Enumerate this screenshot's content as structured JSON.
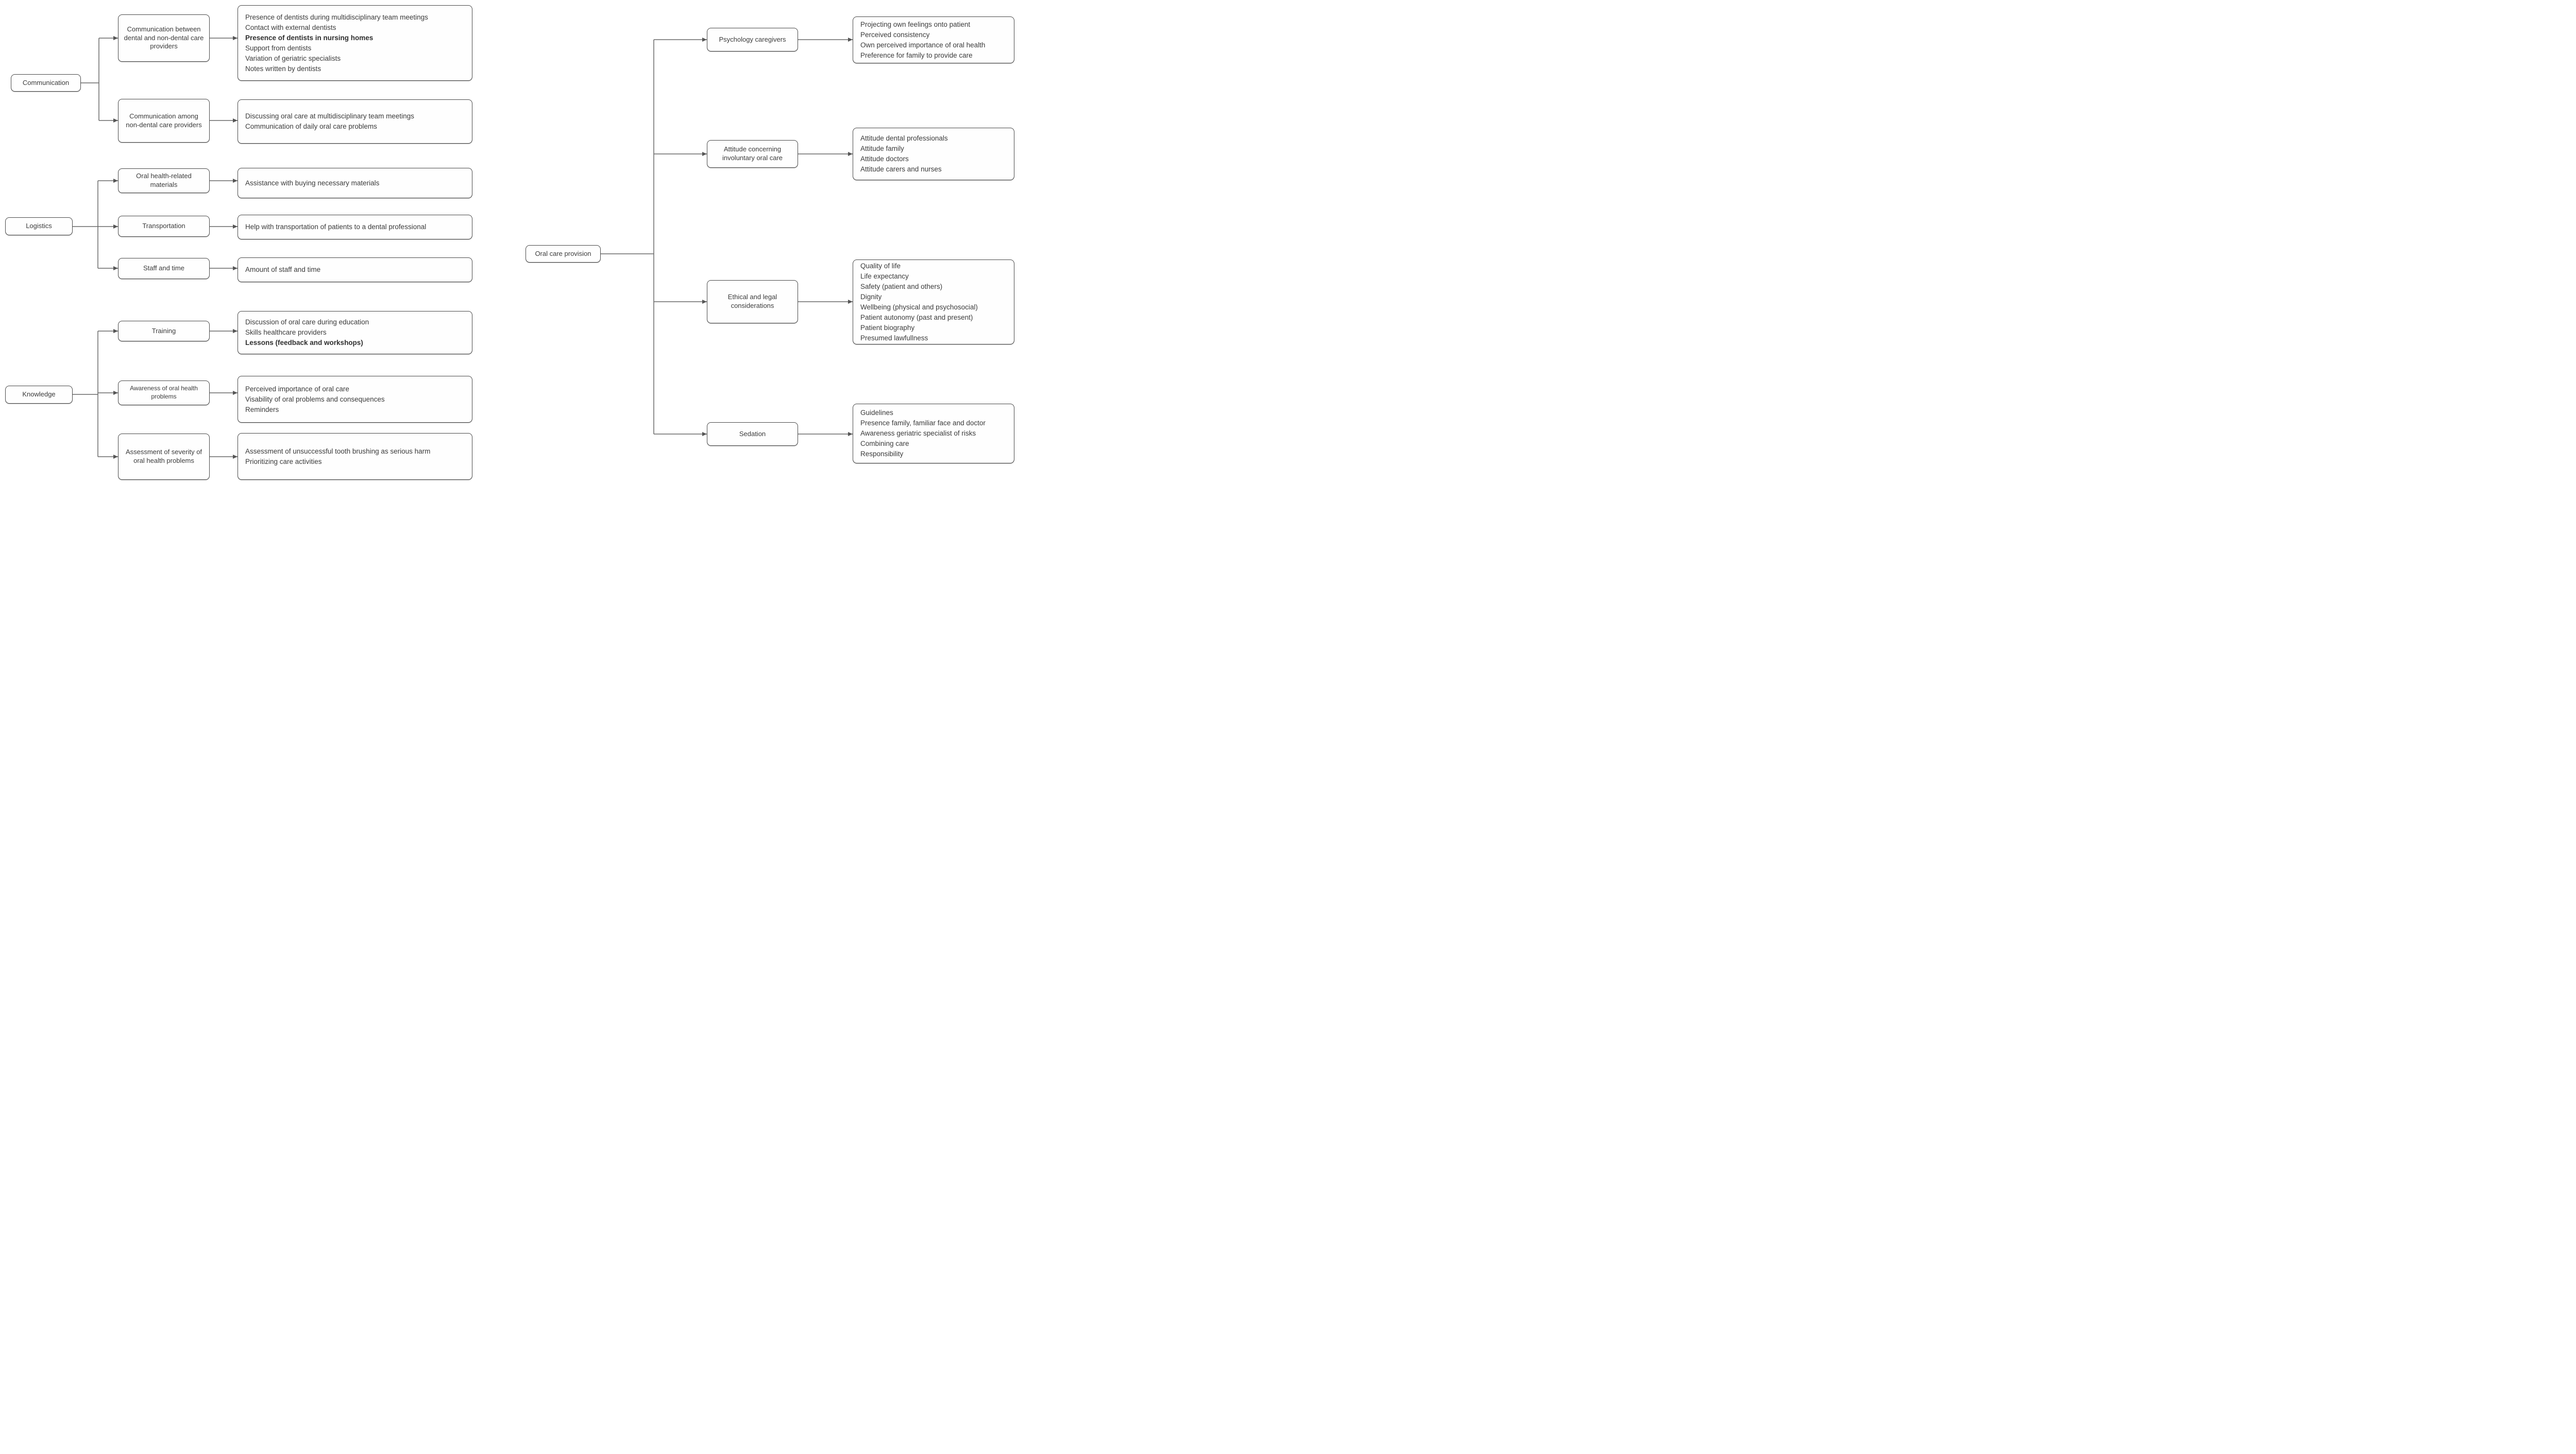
{
  "diagram": {
    "colors": {
      "box_border": "#4a4a4a",
      "box_fill": "#fefefe",
      "text": "#3b3b3b",
      "connector": "#666666",
      "background": "#ffffff"
    },
    "left_trees": [
      {
        "root": "Communication",
        "children": [
          {
            "label": "Communication between dental and non-dental care providers",
            "details": [
              {
                "text": "Presence of dentists during multidisciplinary team meetings",
                "bold": false
              },
              {
                "text": "Contact with external dentists",
                "bold": false
              },
              {
                "text": "Presence of dentists in nursing homes",
                "bold": true
              },
              {
                "text": "Support from dentists",
                "bold": false
              },
              {
                "text": "Variation of geriatric specialists",
                "bold": false
              },
              {
                "text": "Notes written by dentists",
                "bold": false
              }
            ]
          },
          {
            "label": "Communication among non-dental care providers",
            "details": [
              {
                "text": "Discussing oral care at multidisciplinary team meetings",
                "bold": false
              },
              {
                "text": "Communication of daily oral care problems",
                "bold": false
              }
            ]
          }
        ]
      },
      {
        "root": "Logistics",
        "children": [
          {
            "label": "Oral health-related materials",
            "details": [
              {
                "text": "Assistance with buying necessary materials",
                "bold": false
              }
            ]
          },
          {
            "label": "Transportation",
            "details": [
              {
                "text": "Help with transportation of patients to a dental professional",
                "bold": false
              }
            ]
          },
          {
            "label": "Staff and time",
            "details": [
              {
                "text": "Amount of staff and time",
                "bold": false
              }
            ]
          }
        ]
      },
      {
        "root": "Knowledge",
        "children": [
          {
            "label": "Training",
            "details": [
              {
                "text": "Discussion of oral care during education",
                "bold": false
              },
              {
                "text": "Skills healthcare providers",
                "bold": false
              },
              {
                "text": "Lessons (feedback and workshops)",
                "bold": true
              }
            ]
          },
          {
            "label": "Awareness of oral health problems",
            "details": [
              {
                "text": "Perceived importance of oral care",
                "bold": false
              },
              {
                "text": "Visability of oral problems and consequences",
                "bold": false
              },
              {
                "text": "Reminders",
                "bold": false
              }
            ]
          },
          {
            "label": "Assessment of severity of oral health problems",
            "details": [
              {
                "text": "Assessment of unsuccessful tooth brushing as serious harm",
                "bold": false
              },
              {
                "text": "Prioritizing care activities",
                "bold": false
              }
            ]
          }
        ]
      }
    ],
    "right_tree": {
      "root": "Oral care provision",
      "children": [
        {
          "label": "Psychology caregivers",
          "details": [
            {
              "text": "Projecting own feelings onto patient",
              "bold": false
            },
            {
              "text": "Perceived consistency",
              "bold": false
            },
            {
              "text": "Own perceived importance of oral health",
              "bold": false
            },
            {
              "text": "Preference for family to provide care",
              "bold": false
            }
          ]
        },
        {
          "label": "Attitude concerning involuntary oral care",
          "details": [
            {
              "text": "Attitude dental professionals",
              "bold": false
            },
            {
              "text": "Attitude family",
              "bold": false
            },
            {
              "text": "Attitude doctors",
              "bold": false
            },
            {
              "text": "Attitude carers and nurses",
              "bold": false
            }
          ]
        },
        {
          "label": "Ethical and legal considerations",
          "details": [
            {
              "text": "Quality of life",
              "bold": false
            },
            {
              "text": "Life expectancy",
              "bold": false
            },
            {
              "text": "Safety (patient and others)",
              "bold": false
            },
            {
              "text": "Dignity",
              "bold": false
            },
            {
              "text": "Wellbeing (physical and psychosocial)",
              "bold": false
            },
            {
              "text": "Patient autonomy (past and present)",
              "bold": false
            },
            {
              "text": "Patient biography",
              "bold": false
            },
            {
              "text": "Presumed lawfullness",
              "bold": false
            }
          ]
        },
        {
          "label": "Sedation",
          "details": [
            {
              "text": "Guidelines",
              "bold": false
            },
            {
              "text": "Presence family, familiar face and doctor",
              "bold": false
            },
            {
              "text": "Awareness geriatric specialist of risks",
              "bold": false
            },
            {
              "text": "Combining care",
              "bold": false
            },
            {
              "text": "Responsibility",
              "bold": false
            }
          ]
        }
      ]
    }
  }
}
